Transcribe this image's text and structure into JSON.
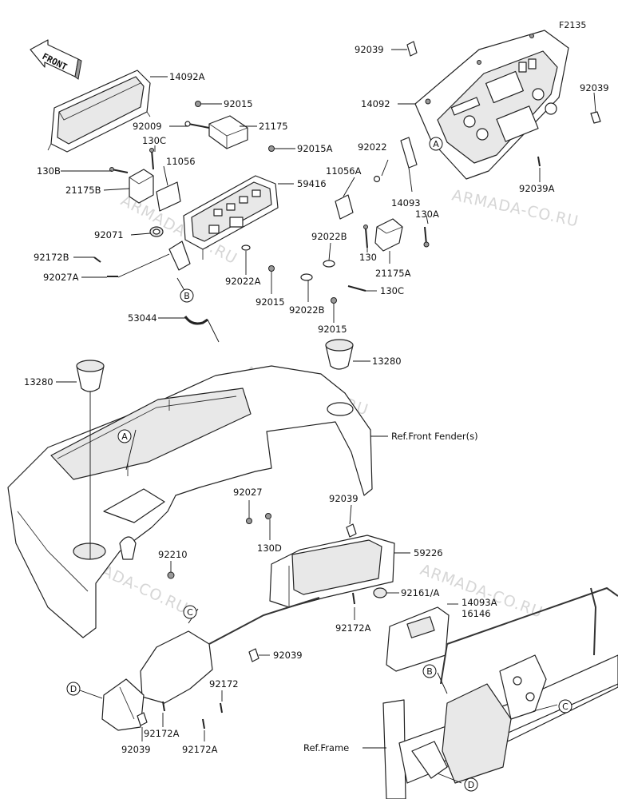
{
  "diagram_code": "F2135",
  "front_label": "FRONT",
  "watermark": "ARMADA-CO.RU",
  "callouts": {
    "p14092A": "14092A",
    "p92015_top": "92015",
    "p92009": "92009",
    "p21175": "21175",
    "p130C_top": "130C",
    "p11056": "11056",
    "p130B": "130B",
    "p21175B": "21175B",
    "p92071": "92071",
    "p92172B": "92172B",
    "p92027A": "92027A",
    "p92015A": "92015A",
    "p59416": "59416",
    "p92022": "92022",
    "p11056A": "11056A",
    "p14093": "14093",
    "p130A": "130A",
    "p92022B_1": "92022B",
    "p130": "130",
    "p21175A": "21175A",
    "p92022A": "92022A",
    "p92015_mid": "92015",
    "p92022B_2": "92022B",
    "p130C_bot": "130C",
    "p92015_low": "92015",
    "p53044": "53044",
    "p92039_top": "92039",
    "p14092": "14092",
    "p92039_right": "92039",
    "p92039A": "92039A",
    "p13280_left": "13280",
    "p13280_right": "13280",
    "ref_front_fender": "Ref.Front Fender(s)",
    "p92027": "92027",
    "p130D": "130D",
    "p92039_mid": "92039",
    "p59226": "59226",
    "p92210": "92210",
    "p92161A": "92161/A",
    "p92172A_mid": "92172A",
    "p14093A": "14093A",
    "p16146": "16146",
    "p92039_low": "92039",
    "p92172": "92172",
    "p92172A_low1": "92172A",
    "p92039_bottom": "92039",
    "p92172A_low2": "92172A",
    "ref_frame": "Ref.Frame"
  },
  "ref_markers": {
    "A1": "A",
    "A2": "A",
    "B1": "B",
    "B2": "B",
    "C1": "C",
    "C2": "C",
    "D1": "D",
    "D2": "D"
  }
}
